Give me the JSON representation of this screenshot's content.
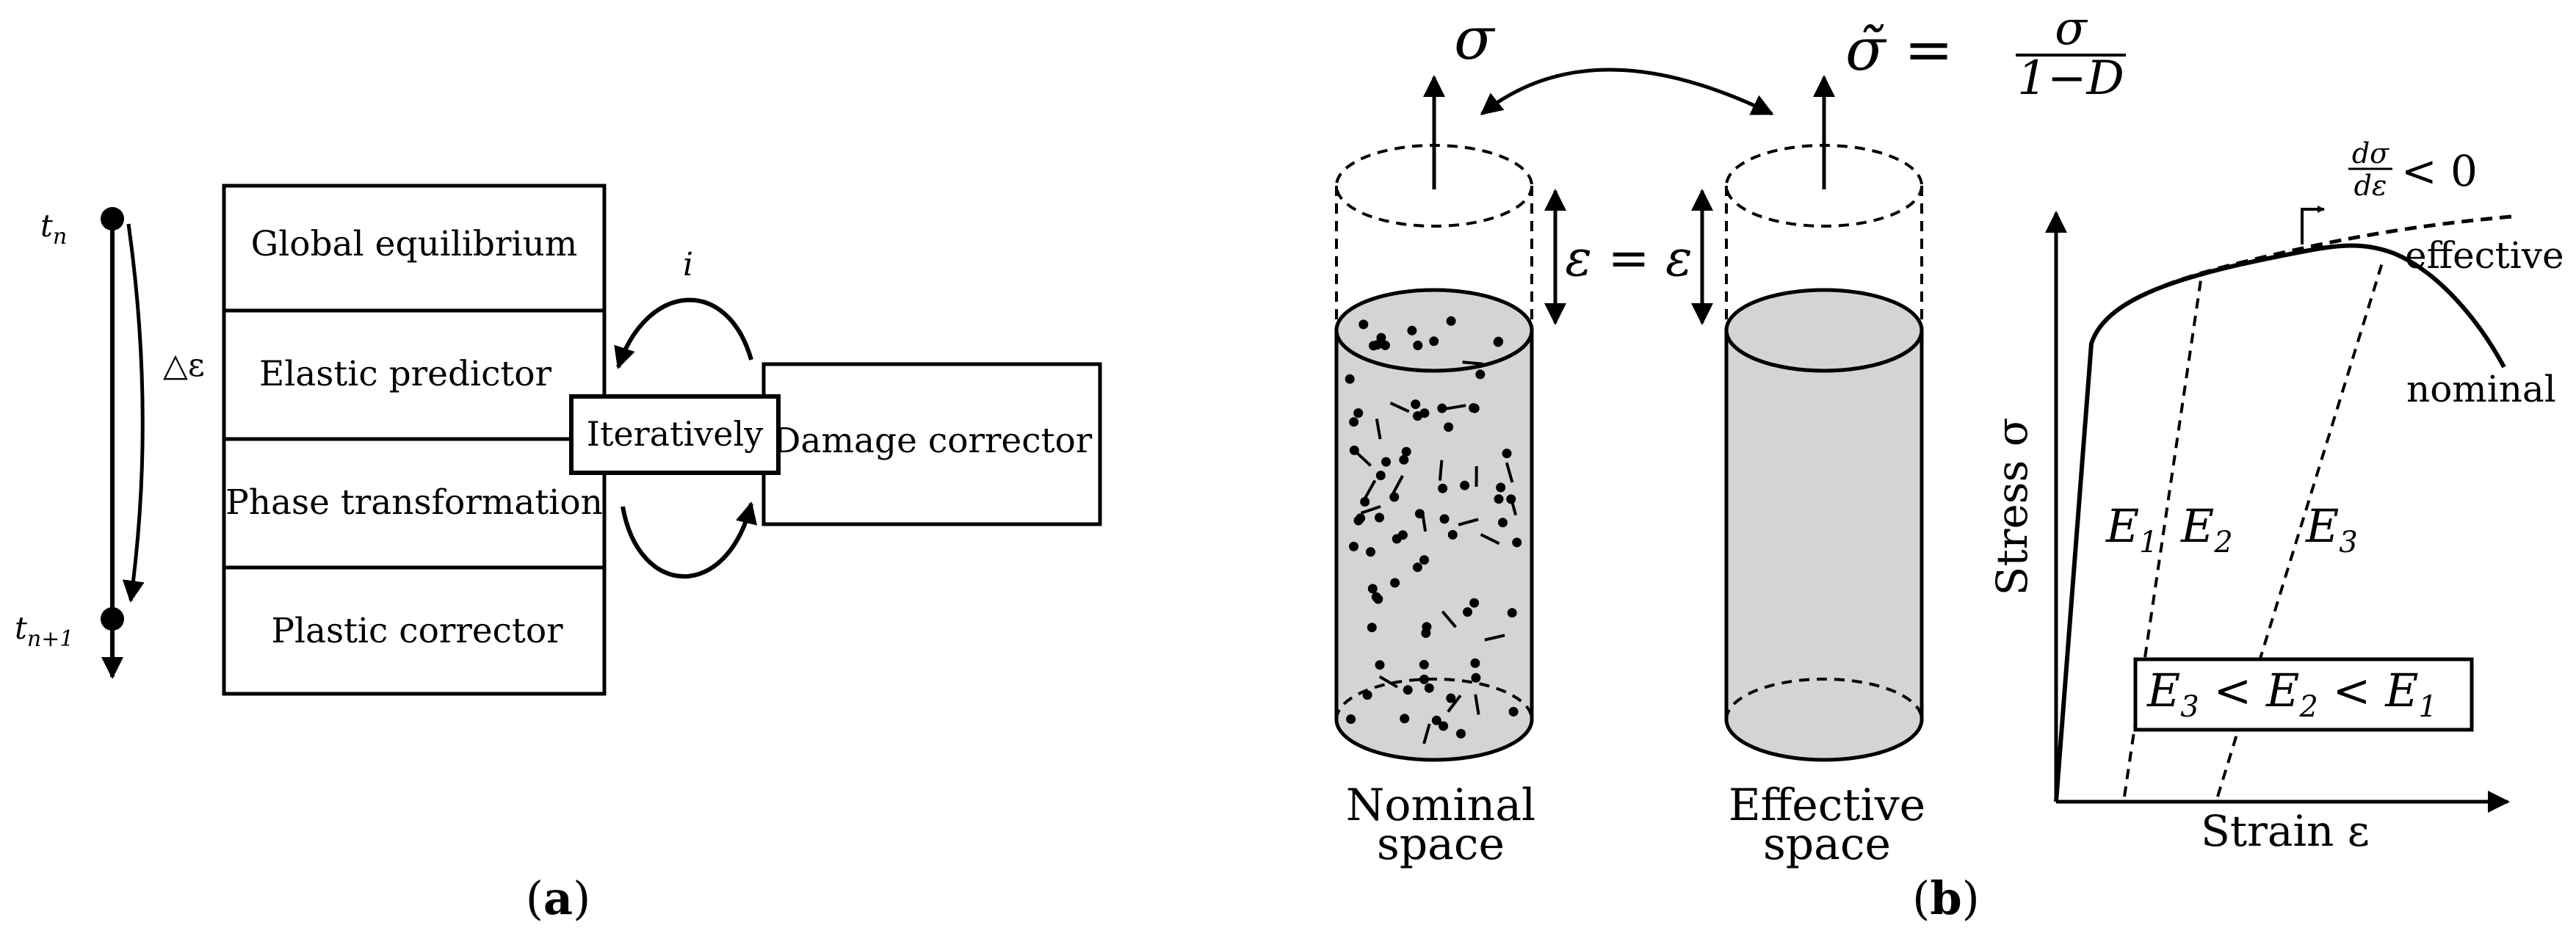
{
  "panel_a": {
    "caption": {
      "open": "(",
      "letter": "a",
      "close": ")"
    },
    "time_start": {
      "base": "t",
      "sub": "n"
    },
    "time_end": {
      "base": "t",
      "sub": "n+1"
    },
    "increment": "△ε",
    "stack": [
      "Global equilibrium",
      "Elastic predictor",
      "Phase transformation",
      "Plastic corrector"
    ],
    "iteration_label": "i",
    "iterative_box": "Iteratively",
    "damage_box": "Damage corrector"
  },
  "panel_b": {
    "caption": {
      "open": "(",
      "letter": "b",
      "close": ")"
    },
    "sigma": "σ",
    "sigma_tilde": {
      "lhs": "σ̃ =",
      "num": "σ",
      "den": "1−D"
    },
    "strain_equality": "ε = ε",
    "nominal_label": [
      "Nominal",
      "space"
    ],
    "effective_label": [
      "Effective",
      "space"
    ],
    "plot": {
      "ylabel": "Stress σ",
      "xlabel": "Strain ε",
      "slope_cond": {
        "num": "dσ",
        "den": "dε",
        "rest": "< 0"
      },
      "curve_effective": "effective",
      "curve_nominal": "nominal",
      "moduli": [
        {
          "base": "E",
          "sub": "1"
        },
        {
          "base": "E",
          "sub": "2"
        },
        {
          "base": "E",
          "sub": "3"
        }
      ],
      "inequality": {
        "e3": "E",
        "s3": "3",
        "lt1": " < ",
        "e2": "E",
        "s2": "2",
        "lt2": " < ",
        "e1": "E",
        "s1": "1"
      }
    }
  }
}
